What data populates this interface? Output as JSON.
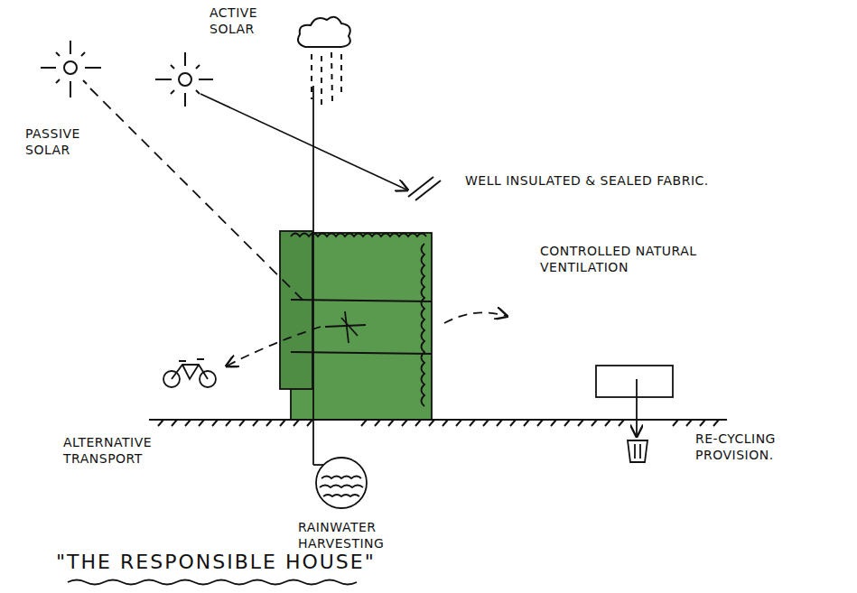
{
  "diagram": {
    "title": "\"THE RESPONSIBLE HOUSE\"",
    "labels": [
      "ACTIVE SOLAR",
      "PASSIVE SOLAR",
      "WELL INSULATED & SEALED FABRIC.",
      "CONTROLLED NATURAL VENTILATION",
      "ALTERNATIVE TRANSPORT",
      "RAINWATER HARVESTING",
      "RE-CYCLING PROVISION."
    ]
  }
}
